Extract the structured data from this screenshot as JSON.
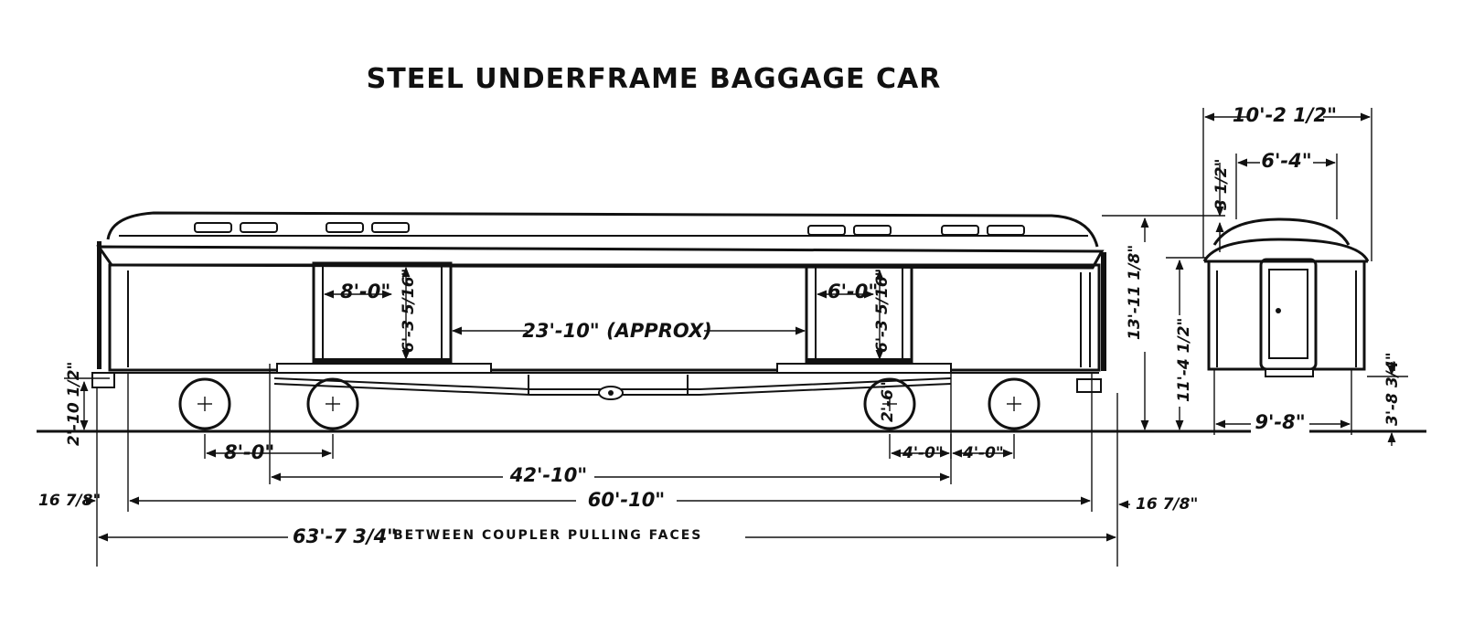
{
  "title": "STEEL UNDERFRAME BAGGAGE CAR",
  "side_elevation": {
    "door_width_left": "8'-0\"",
    "door_height_left": "6'-3 5/16\"",
    "door_spacing": "23'-10\" (APPROX)",
    "door_width_right": "6'-0\"",
    "door_height_right": "6'-3 5/16\"",
    "coupler_height": "2'-10 1/2\"",
    "wheel_diameter": "2'-6\"",
    "truck_wheelbase": "8'-0\"",
    "wheelbase_right_a": "4'-0\"",
    "wheelbase_right_b": "4'-0\"",
    "truck_centers": "42'-10\"",
    "body_length": "60'-10\"",
    "end_overhang_left": "16 7/8\"",
    "end_overhang_right": "16 7/8\"",
    "overall_length": "63'-7 3/4\"",
    "overall_length_note": "BETWEEN COUPLER PULLING FACES",
    "total_height": "13'-11 1/8\"",
    "eave_height": "11'-4 1/2\""
  },
  "end_elevation": {
    "overall_width": "10'-2 1/2\"",
    "roof_width": "6'-4\"",
    "roof_rise": "3 1/2\"",
    "truck_width": "9'-8\"",
    "floor_height": "3'-8 3/4\""
  }
}
